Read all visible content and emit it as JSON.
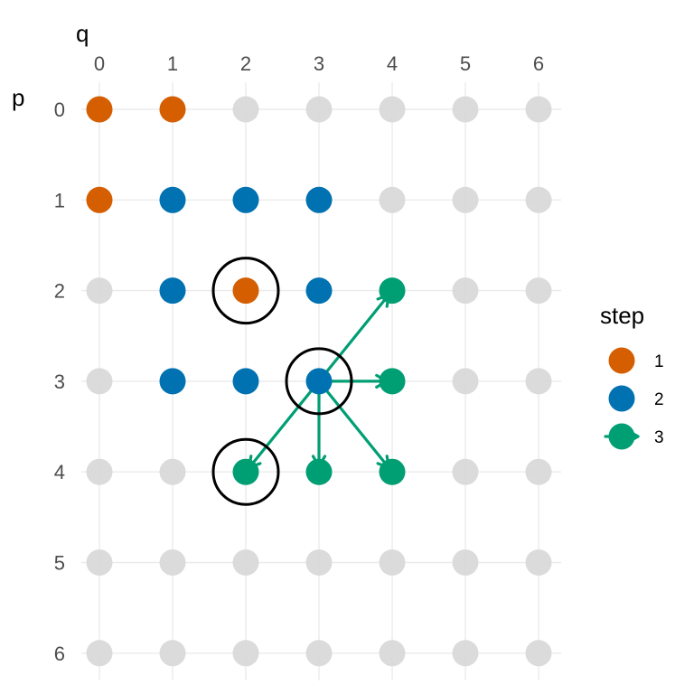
{
  "chart_data": {
    "type": "scatter",
    "title": "",
    "x_axis": {
      "label": "q",
      "position": "top",
      "ticks": [
        0,
        1,
        2,
        3,
        4,
        5,
        6
      ],
      "range": [
        0,
        6
      ]
    },
    "y_axis": {
      "label": "p",
      "reversed": true,
      "ticks": [
        0,
        1,
        2,
        3,
        4,
        5,
        6
      ],
      "range": [
        0,
        6
      ]
    },
    "grid": true,
    "background_points": {
      "color": "#d9d9d9",
      "q_values": [
        0,
        1,
        2,
        3,
        4,
        5,
        6
      ],
      "p_values": [
        0,
        1,
        2,
        3,
        4,
        5,
        6
      ]
    },
    "series": [
      {
        "name": "1",
        "color": "#D55E00",
        "points": [
          {
            "q": 0,
            "p": 0
          },
          {
            "q": 1,
            "p": 0
          },
          {
            "q": 0,
            "p": 1
          },
          {
            "q": 2,
            "p": 2
          }
        ]
      },
      {
        "name": "2",
        "color": "#0072B2",
        "points": [
          {
            "q": 1,
            "p": 1
          },
          {
            "q": 2,
            "p": 1
          },
          {
            "q": 3,
            "p": 1
          },
          {
            "q": 1,
            "p": 2
          },
          {
            "q": 3,
            "p": 2
          },
          {
            "q": 1,
            "p": 3
          },
          {
            "q": 2,
            "p": 3
          },
          {
            "q": 3,
            "p": 3
          }
        ]
      },
      {
        "name": "3",
        "color": "#009E73",
        "points": [
          {
            "q": 4,
            "p": 2
          },
          {
            "q": 4,
            "p": 3
          },
          {
            "q": 2,
            "p": 4
          },
          {
            "q": 3,
            "p": 4
          },
          {
            "q": 4,
            "p": 4
          }
        ]
      }
    ],
    "arrows": {
      "color": "#009E73",
      "from": {
        "q": 3,
        "p": 3
      },
      "to": [
        {
          "q": 4,
          "p": 2
        },
        {
          "q": 4,
          "p": 3
        },
        {
          "q": 2,
          "p": 4
        },
        {
          "q": 3,
          "p": 4
        },
        {
          "q": 4,
          "p": 4
        }
      ]
    },
    "circled_points": [
      {
        "q": 2,
        "p": 2
      },
      {
        "q": 3,
        "p": 3
      },
      {
        "q": 2,
        "p": 4
      }
    ],
    "legend": {
      "title": "step",
      "placement": "right",
      "entries": [
        "1",
        "2",
        "3"
      ]
    }
  }
}
